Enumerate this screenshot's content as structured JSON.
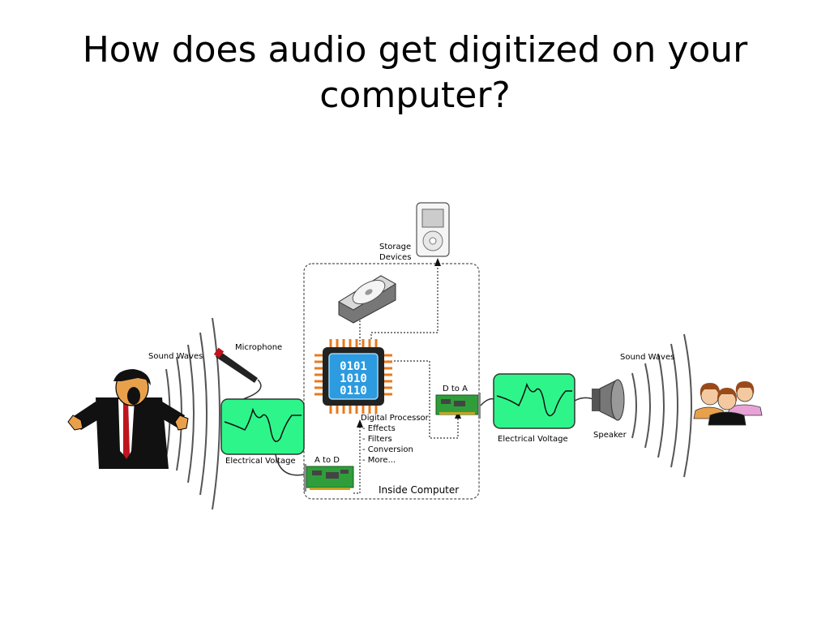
{
  "slide": {
    "title_line1": "How does audio get digitized on your",
    "title_line2": "computer?"
  },
  "diagram": {
    "labels": {
      "sound_waves_left": "Sound Waves",
      "microphone": "Microphone",
      "electrical_voltage_left": "Electrical Voltage",
      "a_to_d": "A to D",
      "storage_devices_line1": "Storage",
      "storage_devices_line2": "Devices",
      "chip_line1": "0101",
      "chip_line2": "1010",
      "chip_line3": "0110",
      "digital_processor": "Digital Processor",
      "processor_items": [
        "- Effects",
        "- Filters",
        "- Conversion",
        "- More..."
      ],
      "d_to_a": "D to A",
      "electrical_voltage_right": "Electrical Voltage",
      "speaker": "Speaker",
      "sound_waves_right": "Sound Waves",
      "inside_computer": "Inside Computer"
    },
    "colors": {
      "scope_green": "#2ef58a",
      "card_green": "#2f9e3a",
      "chip_orange": "#e87a1e",
      "chip_blue": "#2c9be0",
      "person_pink": "#e8a3d6",
      "person_orange": "#e9a04b"
    },
    "icons": [
      "singer-icon",
      "microphone-icon",
      "oscilloscope-icon",
      "sound-card-icon",
      "hard-drive-icon",
      "music-player-icon",
      "processor-chip-icon",
      "speaker-icon",
      "listeners-icon"
    ]
  }
}
